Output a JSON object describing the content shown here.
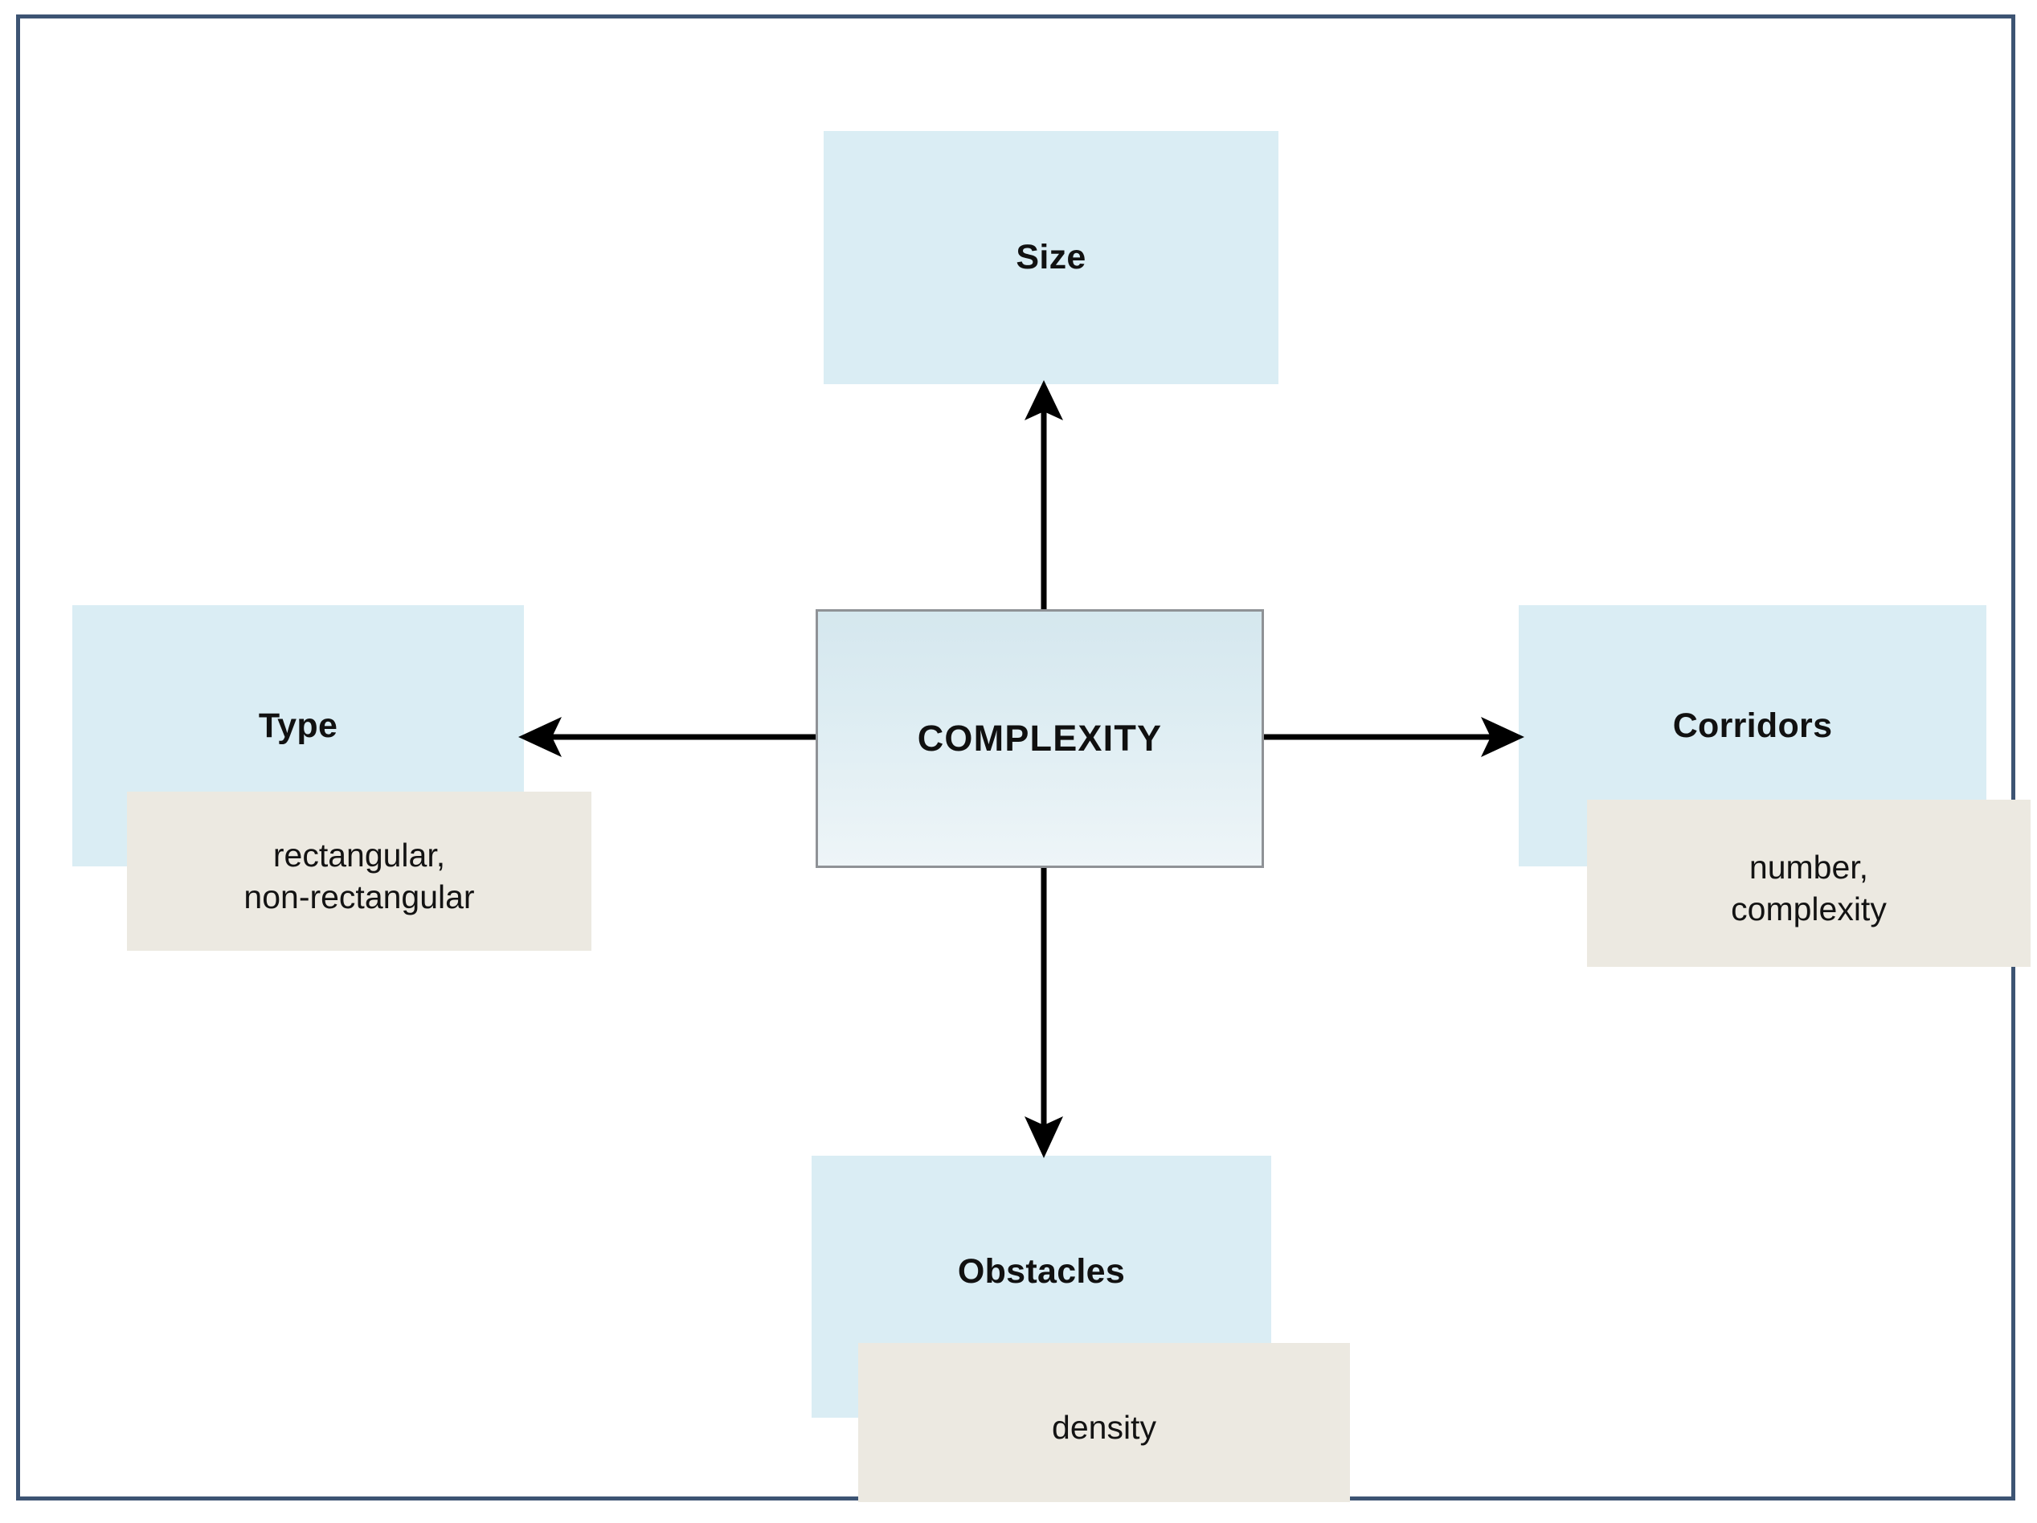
{
  "diagram": {
    "title_node": {
      "label": "COMPLEXITY"
    },
    "frame_color": "#3d5473",
    "node_fill": "#daedf4",
    "detail_fill": "#ece9e1",
    "arrow_color": "#000000",
    "nodes": [
      {
        "id": "size",
        "label": "Size",
        "position": "top",
        "detail": null
      },
      {
        "id": "type",
        "label": "Type",
        "position": "left",
        "detail": "rectangular,\nnon-rectangular",
        "detail_line1": "rectangular,",
        "detail_line2": "non-rectangular"
      },
      {
        "id": "corridors",
        "label": "Corridors",
        "position": "right",
        "detail": "number,\ncomplexity",
        "detail_line1": "number,",
        "detail_line2": "complexity"
      },
      {
        "id": "obstacles",
        "label": "Obstacles",
        "position": "bottom",
        "detail": "density",
        "detail_line1": "density",
        "detail_line2": ""
      }
    ],
    "arrows": [
      {
        "id": "arrow-up",
        "from": "COMPLEXITY",
        "to": "Size",
        "direction": "up"
      },
      {
        "id": "arrow-left",
        "from": "COMPLEXITY",
        "to": "Type",
        "direction": "left"
      },
      {
        "id": "arrow-right",
        "from": "COMPLEXITY",
        "to": "Corridors",
        "direction": "right"
      },
      {
        "id": "arrow-down",
        "from": "COMPLEXITY",
        "to": "Obstacles",
        "direction": "down"
      }
    ]
  }
}
